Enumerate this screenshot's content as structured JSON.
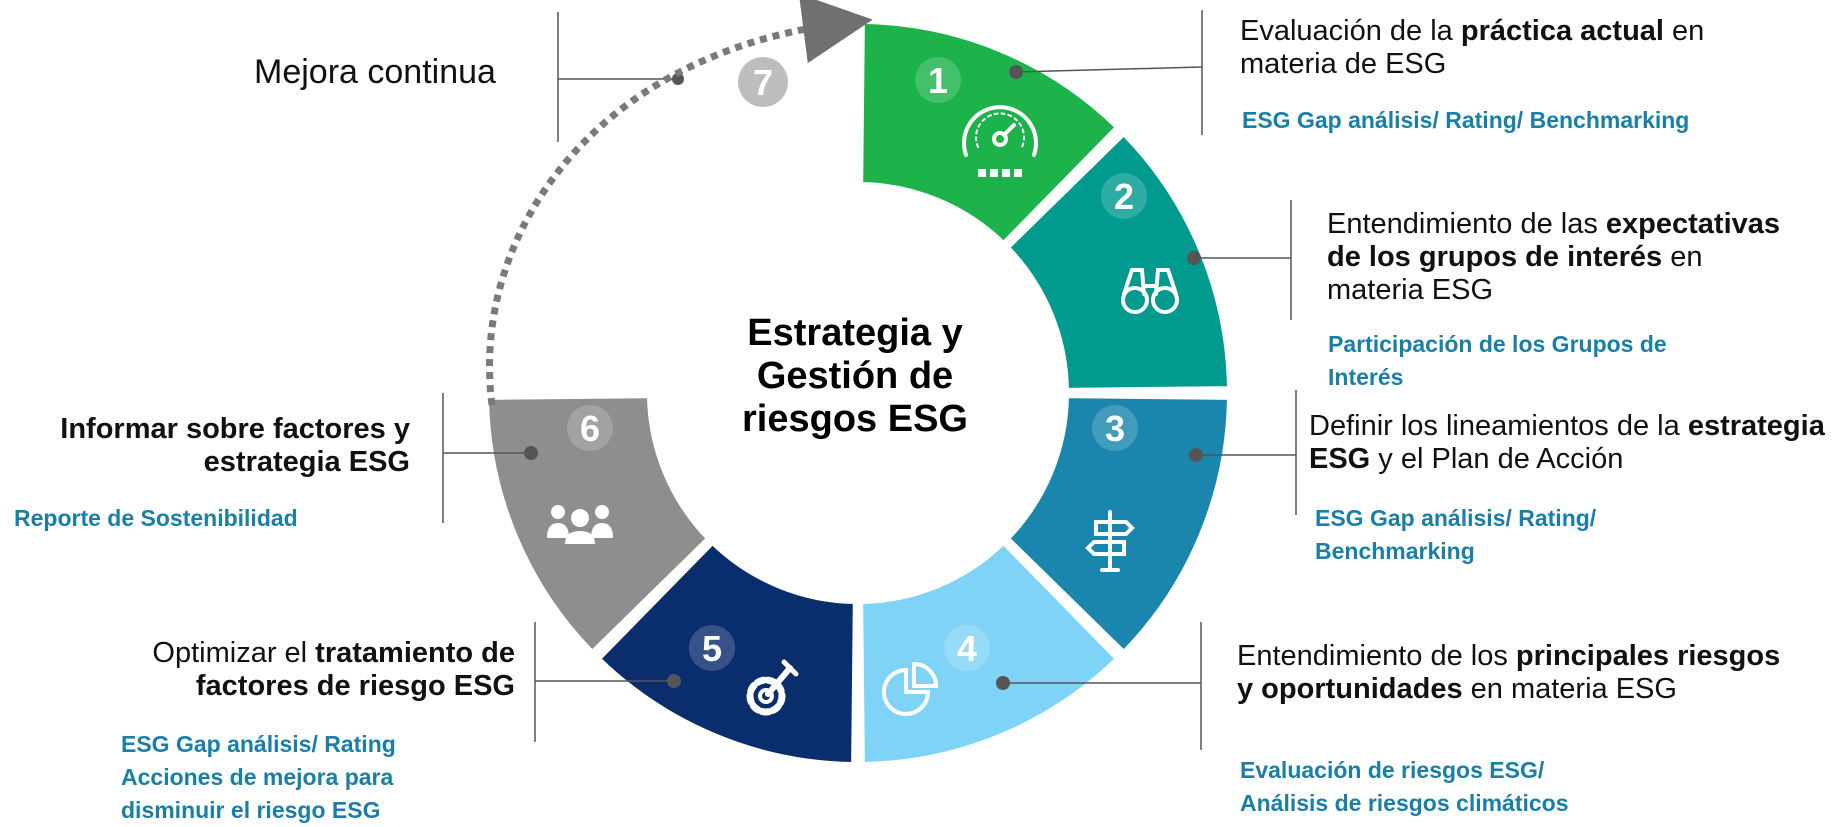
{
  "center": {
    "line1": "Estrategia y",
    "line2": "Gestión de",
    "line3": "riesgos ESG"
  },
  "steps": [
    {
      "number": "1",
      "color": "#1db34a",
      "icon": "speedometer-icon",
      "desc_pre": "Evaluación de la ",
      "desc_bold": "práctica actual",
      "desc_post": " en materia de ESG",
      "sub": [
        "ESG Gap análisis/ Rating/ Benchmarking"
      ]
    },
    {
      "number": "2",
      "color": "#009a8f",
      "icon": "binoculars-icon",
      "desc_pre": "Entendimiento de las ",
      "desc_bold": "expectativas de los grupos de interés",
      "desc_post": " en materia ESG",
      "sub": [
        "Participación de los Grupos de",
        "Interés"
      ]
    },
    {
      "number": "3",
      "color": "#1a85ad",
      "icon": "signpost-icon",
      "desc_pre": "Definir los lineamientos de la ",
      "desc_bold": "estrategia ESG",
      "desc_post": " y el Plan de Acción",
      "sub": [
        "ESG Gap análisis/ Rating/",
        "Benchmarking"
      ]
    },
    {
      "number": "4",
      "color": "#7fd3f7",
      "icon": "pie-chart-icon",
      "desc_pre": "Entendimiento de los ",
      "desc_bold": "principales riesgos y oportunidades",
      "desc_post": " en materia ESG",
      "sub": [
        "Evaluación de riesgos ESG/",
        "Análisis de riesgos climáticos"
      ]
    },
    {
      "number": "5",
      "color": "#0a2d6e",
      "icon": "gear-wrench-icon",
      "desc_pre": "Optimizar el ",
      "desc_bold": "tratamiento de factores de riesgo ESG",
      "desc_post": "",
      "sub": [
        "ESG Gap análisis/ Rating",
        "Acciones de mejora para",
        "disminuir el riesgo ESG"
      ]
    },
    {
      "number": "6",
      "color": "#8e8e8e",
      "icon": "people-group-icon",
      "desc_pre": "",
      "desc_bold": "Informar sobre factores y estrategia ESG",
      "desc_post": "",
      "sub": [
        "Reporte de Sostenibilidad"
      ]
    }
  ],
  "continuous": {
    "number": "7",
    "label": "Mejora continua",
    "color": "#bdbdbd"
  }
}
